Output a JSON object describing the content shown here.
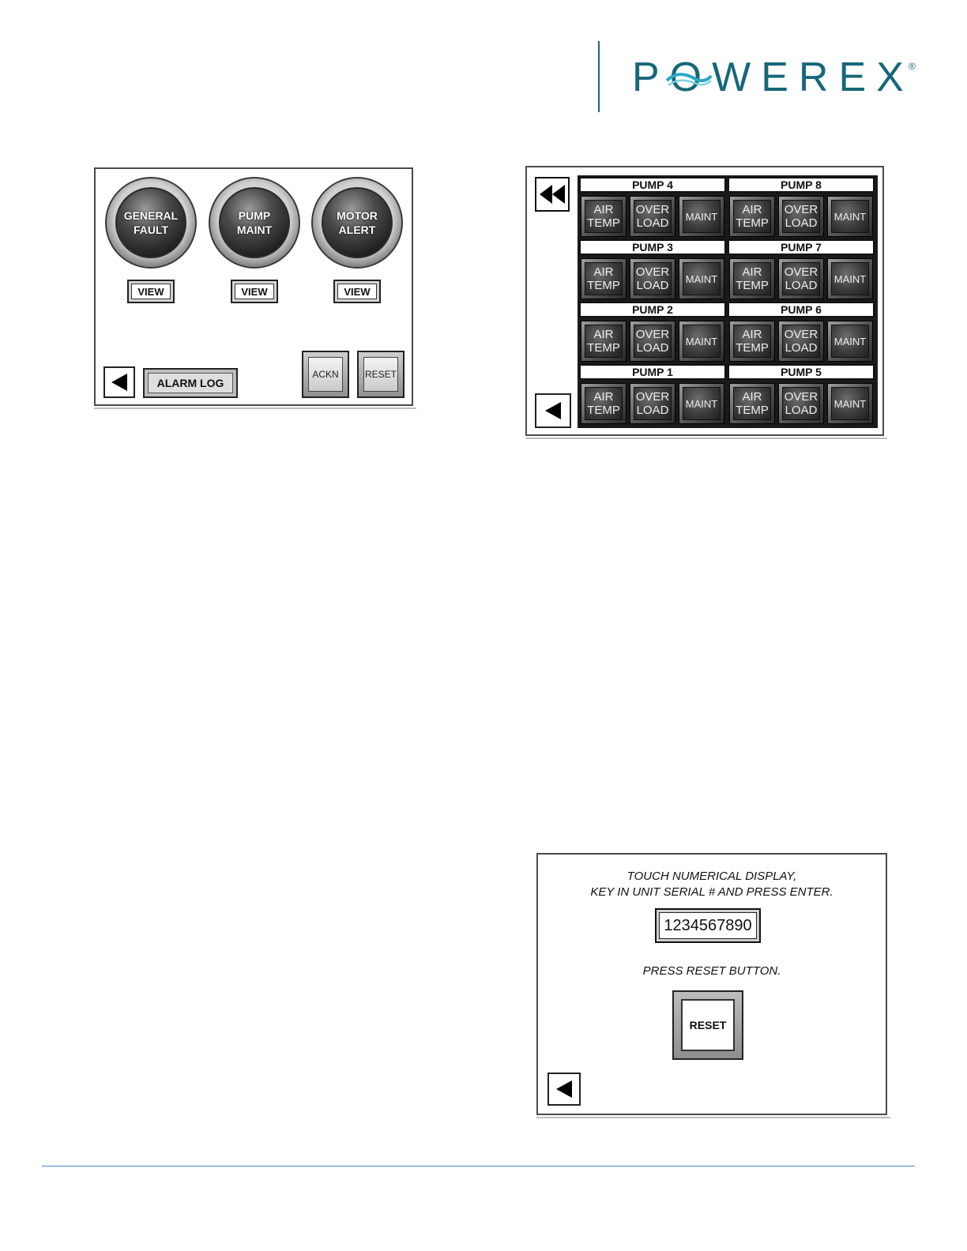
{
  "brand": {
    "name": "POWEREX",
    "reg_mark": "®",
    "color": "#16677a"
  },
  "alarm_panel": {
    "lamps": [
      {
        "label": "GENERAL\nFAULT"
      },
      {
        "label": "PUMP\nMAINT"
      },
      {
        "label": "MOTOR\nALERT"
      }
    ],
    "view_label": "VIEW",
    "alarm_log_label": "ALARM LOG",
    "ackn_label": "ACKN",
    "reset_label": "RESET"
  },
  "pump_panel": {
    "pumps": [
      {
        "title": "PUMP 4"
      },
      {
        "title": "PUMP 8"
      },
      {
        "title": "PUMP 3"
      },
      {
        "title": "PUMP 7"
      },
      {
        "title": "PUMP 2"
      },
      {
        "title": "PUMP 6"
      },
      {
        "title": "PUMP 1"
      },
      {
        "title": "PUMP 5"
      }
    ],
    "buttons": {
      "air_temp": "AIR\nTEMP",
      "overload": "OVER\nLOAD",
      "maint": "MAINT"
    }
  },
  "serial_panel": {
    "instruction_line1": "TOUCH NUMERICAL DISPLAY,",
    "instruction_line2": "KEY IN UNIT SERIAL # AND PRESS ENTER.",
    "serial_value": "1234567890",
    "press_reset": "PRESS RESET BUTTON.",
    "reset_label": "RESET"
  }
}
